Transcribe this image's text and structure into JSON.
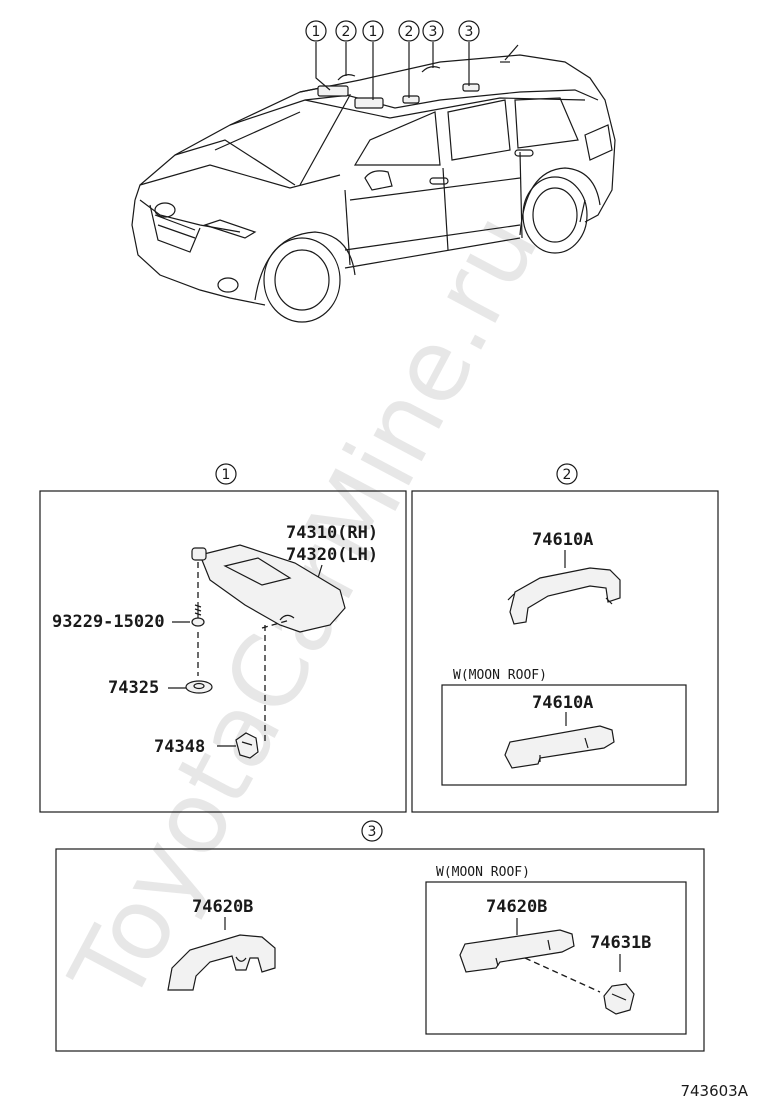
{
  "overview": {
    "callouts": [
      "1",
      "2",
      "1",
      "2",
      "3",
      "3"
    ]
  },
  "sections": {
    "one": {
      "number": "1",
      "labels": {
        "sun_visor_rh": "74310(RH)",
        "sun_visor_lh": "74320(LH)",
        "screw": "93229-15020",
        "washer": "74325",
        "holder": "74348"
      }
    },
    "two": {
      "number": "2",
      "grip_label": "74610A",
      "variant_title": "W(MOON ROOF)",
      "variant_grip_label": "74610A"
    },
    "three": {
      "number": "3",
      "grip_label": "74620B",
      "variant_title": "W(MOON ROOF)",
      "variant_grip_label": "74620B",
      "variant_clip_label": "74631B"
    }
  },
  "figure_code": "743603A",
  "watermark": "ToyotaCarMine.ru"
}
